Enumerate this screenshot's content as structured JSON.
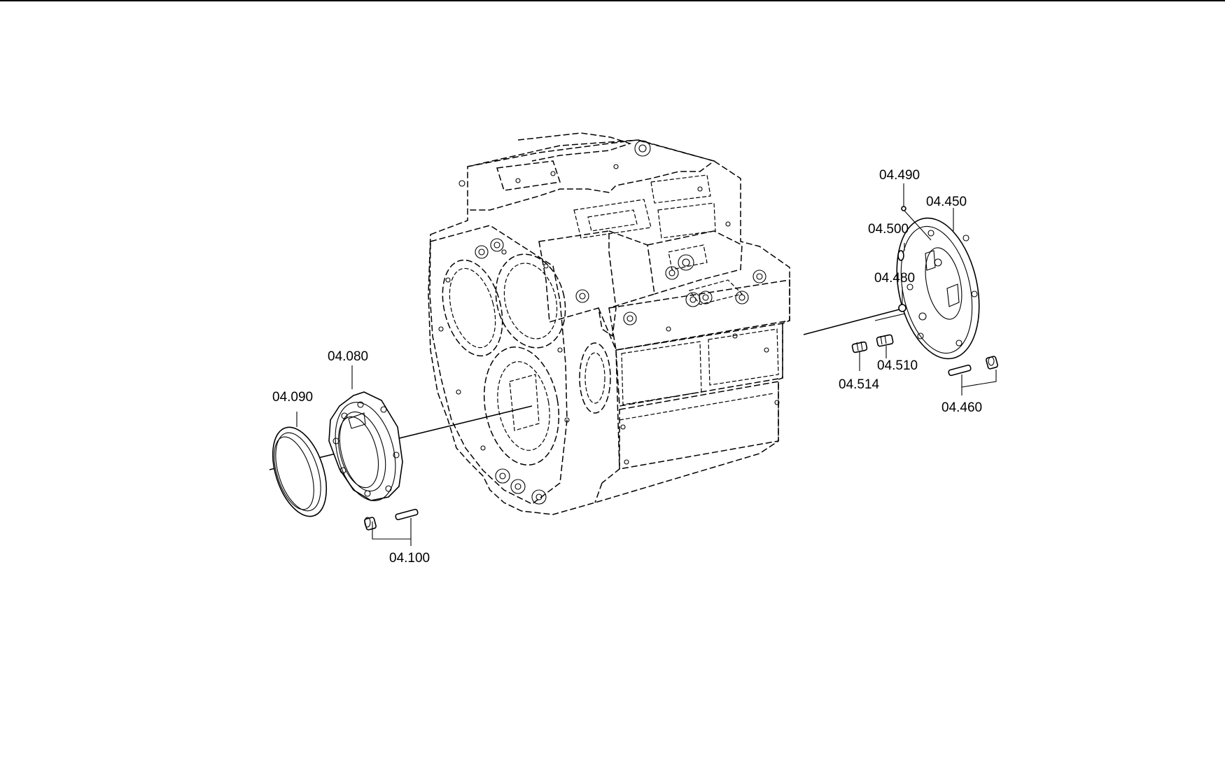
{
  "title": "",
  "callouts": {
    "c04090": "04.090",
    "c04080": "04.080",
    "c04100": "04.100",
    "c04490": "04.490",
    "c04450": "04.450",
    "c04500": "04.500",
    "c04480": "04.480",
    "c04510": "04.510",
    "c04514": "04.514",
    "c04460": "04.460"
  },
  "colors": {
    "line": "#000000",
    "background": "#ffffff"
  }
}
